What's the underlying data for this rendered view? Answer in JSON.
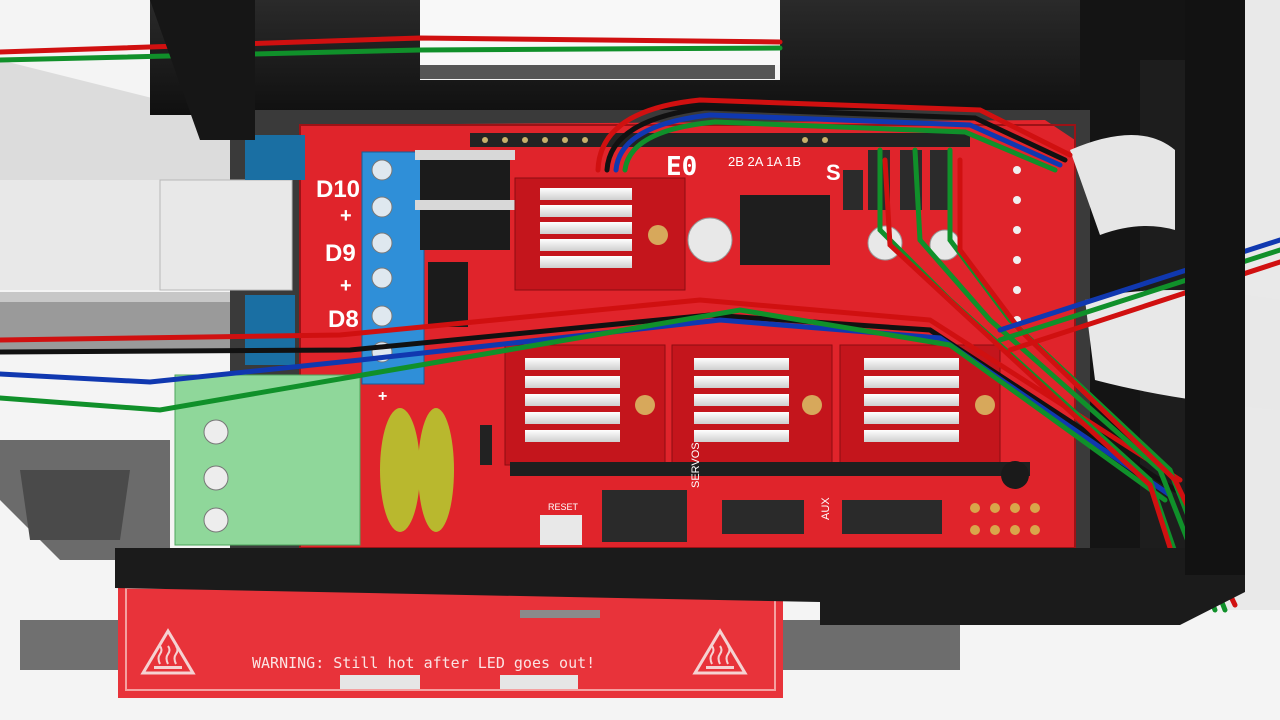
{
  "scene": {
    "pcb_color": "#e0242b",
    "heatbed_color": "#e8333a",
    "enclosure_color": "#1c1c1c",
    "terminal_blue": "#2f8fd8",
    "terminal_green": "#8fd79a",
    "wire_colors": [
      "#d01010",
      "#111111",
      "#1038b0",
      "#10902a"
    ]
  },
  "board": {
    "labels": {
      "d10": "D10",
      "plus1": "+",
      "d9": "D9",
      "plus2": "+",
      "d8": "D8",
      "e0": "E0",
      "stepper_pins": "2B 2A 1A 1B",
      "servos": "SERVOS",
      "aux": "AUX",
      "reset": "RESET",
      "plus_sym": "+",
      "s_mark": "S"
    },
    "icons": [
      "heatsink-icon",
      "capacitor-icon",
      "screw-terminal-icon"
    ]
  },
  "heatbed": {
    "warning": "WARNING: Still hot after LED goes out!",
    "icon_left": "hot-surface-icon",
    "icon_right": "hot-surface-icon"
  }
}
